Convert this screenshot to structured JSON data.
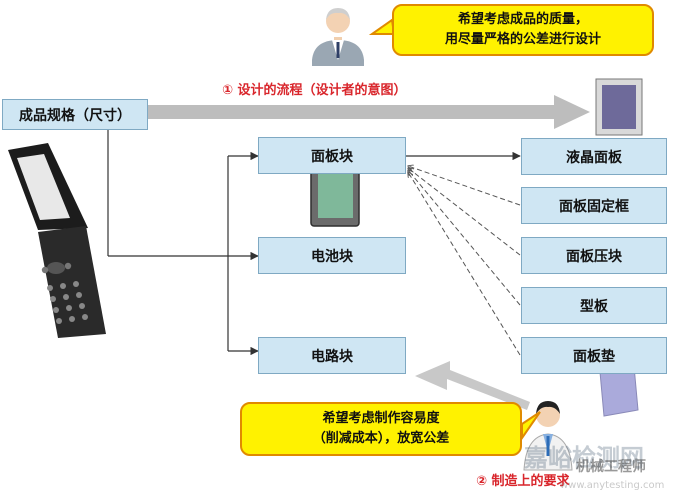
{
  "product_spec": "成品规格（尺寸）",
  "design_flow": "① 设计的流程（设计者的意图）",
  "designer_bubble": {
    "line1": "希望考虑成品的质量，",
    "line2": "用尽量严格的公差进行设计"
  },
  "blocks": {
    "panel": "面板块",
    "battery": "电池块",
    "circuit": "电路块"
  },
  "parts": {
    "lcd": "液晶面板",
    "fixing_frame": "面板固定框",
    "press_block": "面板压块",
    "mold": "型板",
    "pad": "面板垫"
  },
  "manufacturer_bubble": {
    "line1": "希望考虑制作容易度",
    "line2": "（削减成本），放宽公差"
  },
  "manufacturing_req": "② 制造上的要求",
  "watermark": {
    "main": "嘉峪检测网",
    "sub": "机械工程师",
    "url": "www.anytesting.com"
  },
  "colors": {
    "box_fill": "#cfe6f3",
    "bubble_fill": "#fff200",
    "accent_red": "#d9262c"
  }
}
